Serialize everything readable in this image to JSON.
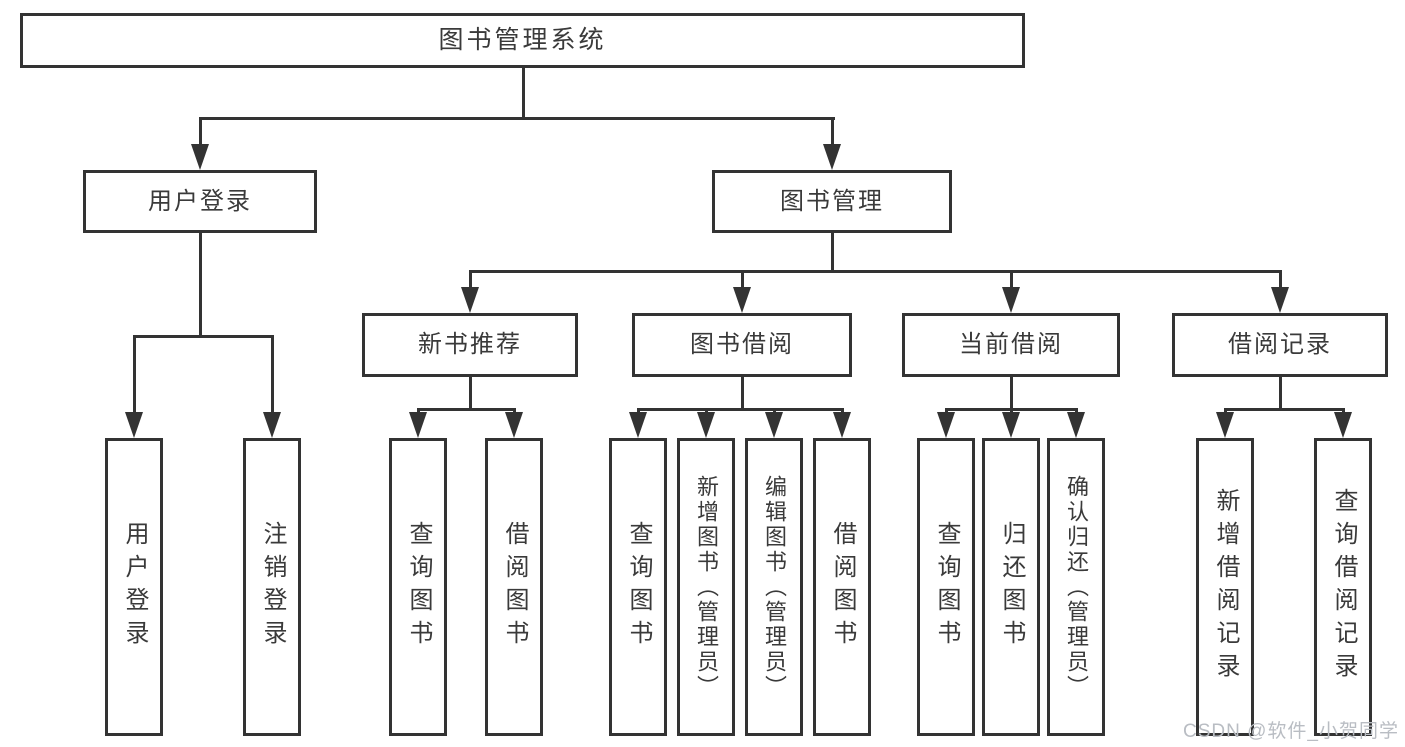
{
  "title": {
    "label": "图书管理系统"
  },
  "user_login": {
    "label": "用户登录",
    "children": [
      {
        "label": "用户登录"
      },
      {
        "label": "注销登录"
      }
    ]
  },
  "book_management": {
    "label": "图书管理",
    "groups": [
      {
        "label": "新书推荐",
        "children": [
          {
            "label": "查询图书"
          },
          {
            "label": "借阅图书"
          }
        ]
      },
      {
        "label": "图书借阅",
        "children": [
          {
            "label": "查询图书"
          },
          {
            "label": "新增图书（管理员）"
          },
          {
            "label": "编辑图书（管理员）"
          },
          {
            "label": "借阅图书"
          }
        ]
      },
      {
        "label": "当前借阅",
        "children": [
          {
            "label": "查询图书"
          },
          {
            "label": "归还图书"
          },
          {
            "label": "确认归还（管理员）"
          }
        ]
      },
      {
        "label": "借阅记录",
        "children": [
          {
            "label": "新增借阅记录"
          },
          {
            "label": "查询借阅记录"
          }
        ]
      }
    ]
  },
  "watermark": "CSDN @软件_小贺同学",
  "colors": {
    "line": "#333333",
    "text": "#3a3a3a",
    "watermark": "#b9bdc3",
    "background": "#ffffff"
  }
}
